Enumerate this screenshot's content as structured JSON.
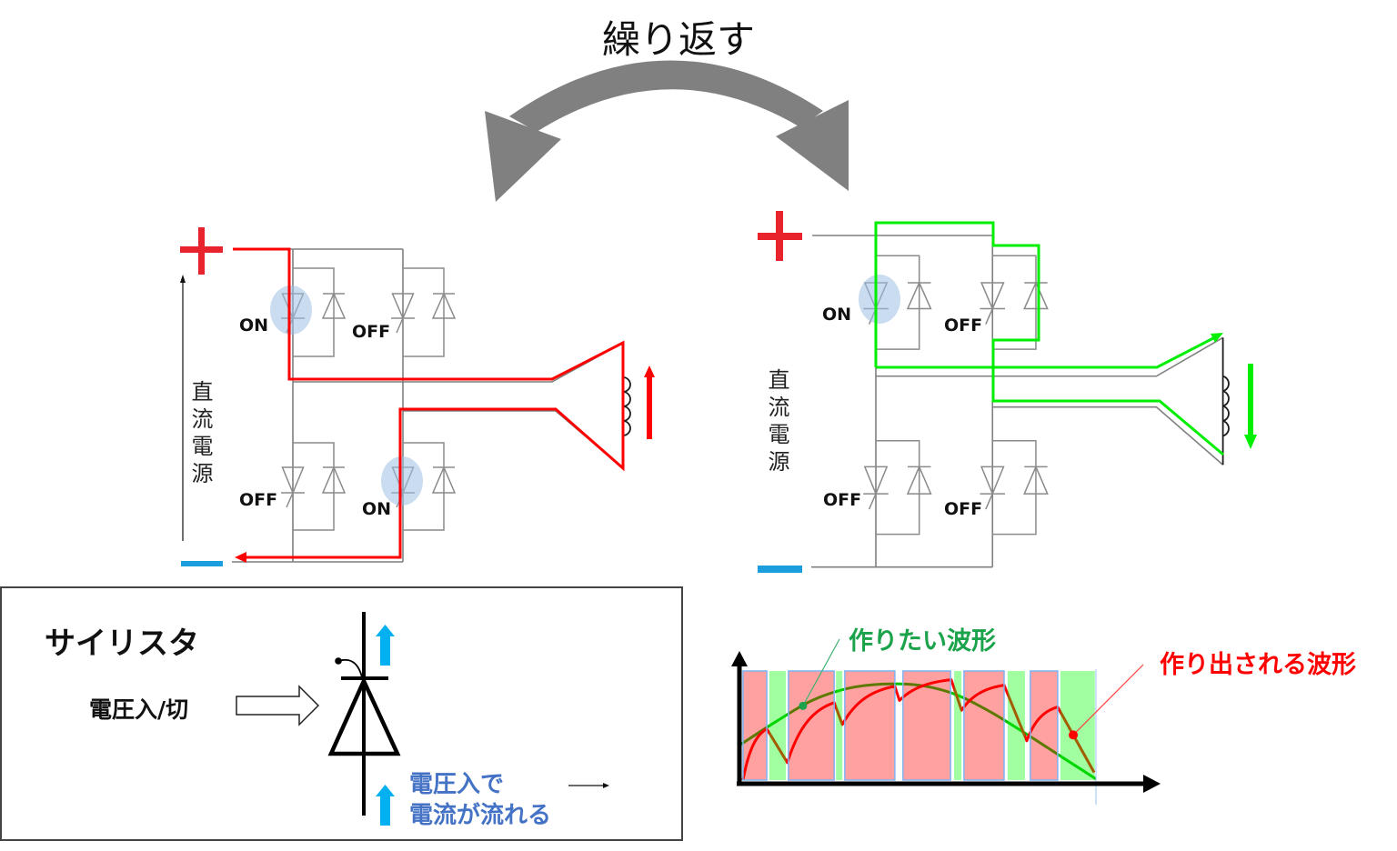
{
  "title": "繰り返す",
  "colors": {
    "repeat_arrow": "#808080",
    "plus_terminal": "#E8232B",
    "minus_terminal": "#1B9DDE",
    "forward_current": "#FF0000",
    "reverse_current": "#00EE00",
    "on_highlight": "#9DBFE3",
    "legend_arrow": "#00B0F0",
    "legend_note": "#4472C4"
  },
  "circuits": {
    "left": {
      "source_label": "直流電源",
      "switches": {
        "upper_left": "ON",
        "upper_right": "OFF",
        "lower_left": "OFF",
        "lower_right": "ON"
      },
      "load_current_direction": "up"
    },
    "right": {
      "source_label": "直流電源",
      "switches": {
        "upper_left": "ON",
        "upper_right": "OFF",
        "lower_left": "OFF",
        "lower_right": "OFF"
      },
      "load_current_direction": "down"
    }
  },
  "legend": {
    "title": "サイリスタ",
    "gate_input_label": "電圧入/切",
    "note_line1": "電圧入で",
    "note_line2": "電流が流れる"
  },
  "chart_data": {
    "type": "line",
    "title": "",
    "xlabel": "",
    "ylabel": "",
    "xlim": [
      0,
      100
    ],
    "ylim": [
      0,
      100
    ],
    "grid": false,
    "legend": "callout labels above plot (top-center and top-right)",
    "series": [
      {
        "name": "作りたい波形",
        "color": "#00C000",
        "label_color": "#1AA34A",
        "annotation_x": 17.4,
        "points": [
          [
            0,
            33
          ],
          [
            10,
            54
          ],
          [
            20,
            73
          ],
          [
            30,
            84
          ],
          [
            40,
            88
          ],
          [
            50,
            87
          ],
          [
            60,
            79
          ],
          [
            70,
            63
          ],
          [
            80,
            43
          ],
          [
            90,
            22
          ],
          [
            100,
            1
          ]
        ]
      },
      {
        "name": "作り出される波形",
        "color": "#FF0000",
        "label_color": "#FF0000",
        "annotation_x": 93.6,
        "points": [
          [
            0.5,
            0
          ],
          [
            7.2,
            47
          ],
          [
            13.0,
            16
          ],
          [
            26.2,
            71
          ],
          [
            28.5,
            51
          ],
          [
            43.3,
            86
          ],
          [
            44.6,
            73
          ],
          [
            59.2,
            92
          ],
          [
            62.1,
            64
          ],
          [
            74.1,
            87
          ],
          [
            80.5,
            36
          ],
          [
            89.2,
            67
          ],
          [
            99.5,
            7
          ]
        ]
      }
    ],
    "bands": [
      {
        "x0": 0.5,
        "x1": 7.2,
        "state": "on"
      },
      {
        "x0": 7.9,
        "x1": 12.6,
        "state": "off"
      },
      {
        "x0": 13.3,
        "x1": 26.2,
        "state": "on"
      },
      {
        "x0": 26.7,
        "x1": 28.5,
        "state": "off"
      },
      {
        "x0": 29.2,
        "x1": 43.3,
        "state": "on"
      },
      {
        "x0": 45.6,
        "x1": 59.0,
        "state": "on"
      },
      {
        "x0": 60.0,
        "x1": 62.1,
        "state": "off"
      },
      {
        "x0": 62.8,
        "x1": 74.1,
        "state": "on"
      },
      {
        "x0": 75.1,
        "x1": 80.0,
        "state": "off"
      },
      {
        "x0": 81.5,
        "x1": 89.2,
        "state": "on"
      },
      {
        "x0": 90.0,
        "x1": 99.7,
        "state": "off"
      }
    ],
    "band_colors": {
      "on": "#FF0000",
      "off": "#00FF00"
    }
  }
}
